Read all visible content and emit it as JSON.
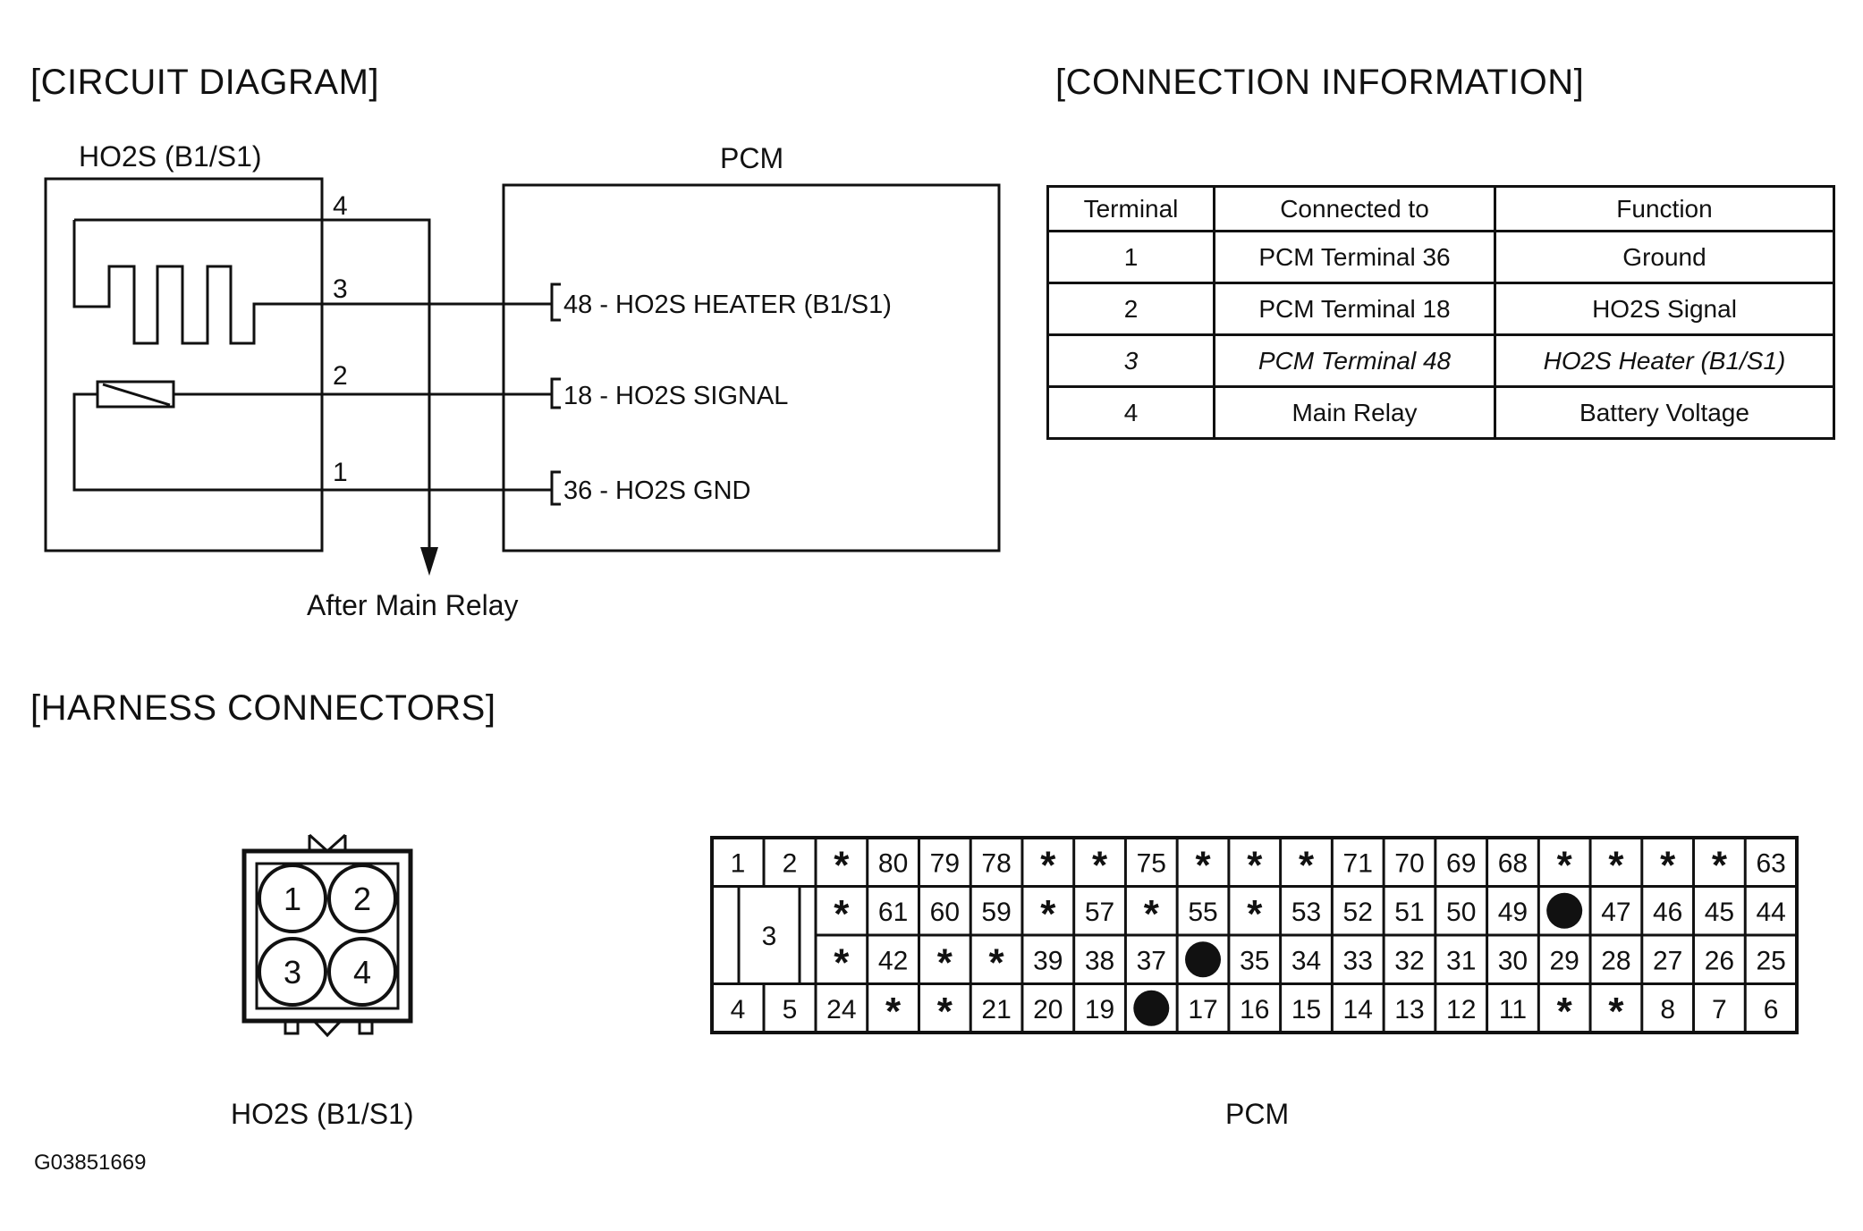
{
  "headings": {
    "circuit": "[CIRCUIT DIAGRAM]",
    "connection": "[CONNECTION INFORMATION]",
    "harness": "[HARNESS CONNECTORS]"
  },
  "circuit": {
    "sensor_title": "HO2S (B1/S1)",
    "pcm_title": "PCM",
    "wire_numbers": [
      "4",
      "3",
      "2",
      "1"
    ],
    "pcm_terminals": [
      {
        "label": "48 - HO2S HEATER (B1/S1)"
      },
      {
        "label": "18 - HO2S SIGNAL"
      },
      {
        "label": "36 - HO2S GND"
      }
    ],
    "relay_label": "After Main Relay"
  },
  "connection_table": {
    "headers": [
      "Terminal",
      "Connected to",
      "Function"
    ],
    "rows": [
      [
        "1",
        "PCM Terminal 36",
        "Ground"
      ],
      [
        "2",
        "PCM Terminal 18",
        "HO2S Signal"
      ],
      [
        "3",
        "PCM Terminal 48",
        "HO2S Heater (B1/S1)"
      ],
      [
        "4",
        "Main Relay",
        "Battery Voltage"
      ]
    ]
  },
  "harness": {
    "sensor_pins": [
      "1",
      "2",
      "3",
      "4"
    ],
    "sensor_caption": "HO2S (B1/S1)",
    "pcm_caption": "PCM",
    "pcm_side_pins": [
      "1",
      "2",
      "3",
      "4",
      "5"
    ],
    "pcm_grid": [
      [
        "*",
        "80",
        "79",
        "78",
        "*",
        "*",
        "75",
        "*",
        "*",
        "*",
        "71",
        "70",
        "69",
        "68",
        "*",
        "*",
        "*",
        "*",
        "63"
      ],
      [
        "*",
        "61",
        "60",
        "59",
        "*",
        "57",
        "*",
        "55",
        "*",
        "53",
        "52",
        "51",
        "50",
        "49",
        "●",
        "47",
        "46",
        "45",
        "44"
      ],
      [
        "*",
        "42",
        "*",
        "*",
        "39",
        "38",
        "37",
        "●",
        "35",
        "34",
        "33",
        "32",
        "31",
        "30",
        "29",
        "28",
        "27",
        "26",
        "25"
      ],
      [
        "24",
        "*",
        "*",
        "21",
        "20",
        "19",
        "●",
        "17",
        "16",
        "15",
        "14",
        "13",
        "12",
        "11",
        "*",
        "*",
        "8",
        "7",
        "6"
      ]
    ]
  },
  "figure_id": "G03851669"
}
